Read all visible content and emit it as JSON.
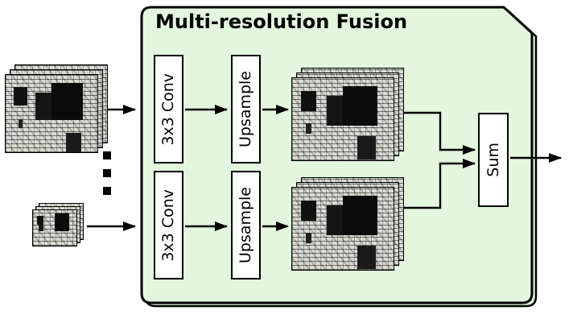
{
  "figure": {
    "title": "Multi-resolution Fusion"
  },
  "nodes": {
    "conv_top": {
      "label": "3x3 Conv"
    },
    "upsample_top": {
      "label": "Upsample"
    },
    "conv_bottom": {
      "label": "3x3 Conv"
    },
    "upsample_bottom": {
      "label": "Upsample"
    },
    "sum": {
      "label": "Sum"
    }
  },
  "icons": {
    "input_high_res": "feature-map-stack",
    "input_low_res": "feature-map-stack",
    "fused_top": "feature-map-stack",
    "fused_bottom": "feature-map-stack",
    "ellipsis": "vertical-dots"
  },
  "colors": {
    "panel_fill": "#e3f7de",
    "outline": "#000000",
    "node_fill": "#ffffff",
    "arrow": "#000000"
  }
}
